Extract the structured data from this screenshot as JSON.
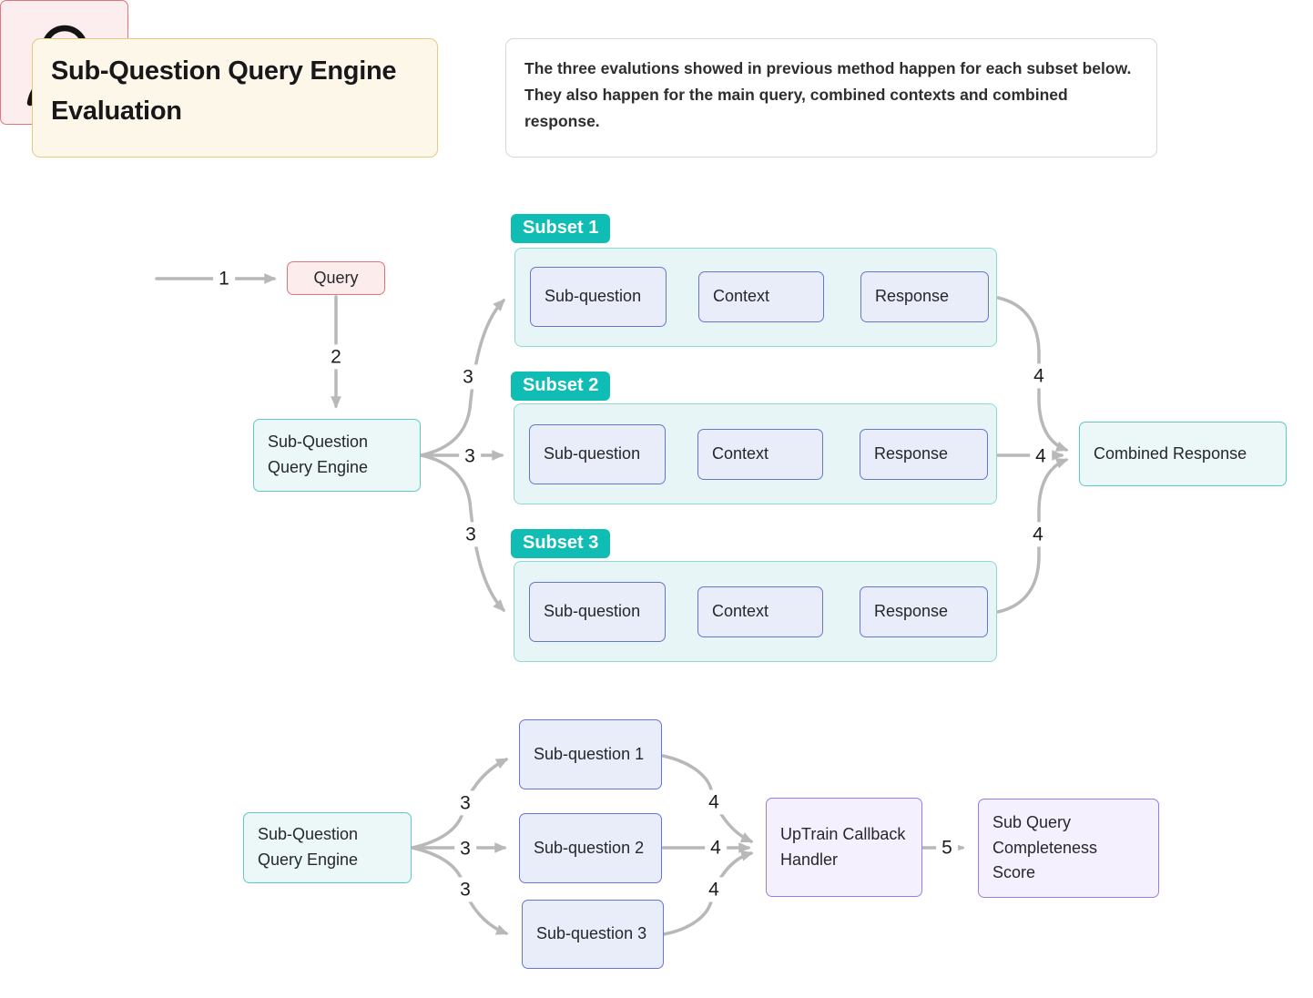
{
  "title": "Sub-Question Query Engine Evaluation",
  "note": "The three evalutions showed in previous method happen for each subset below. They also happen for the main query, combined contexts and combined response.",
  "colors": {
    "badge_teal": "#10bdb4",
    "teal_border": "#5fc9c4",
    "pink_border": "#e5737a",
    "lavender_border": "#6577cf",
    "purple_border": "#9b7bea",
    "title_gold_border": "#e7c97f",
    "arrow_gray": "#b8b8b8"
  },
  "top_flow": {
    "user_icon": "person",
    "query": "Query",
    "engine": "Sub-Question Query Engine",
    "combined": "Combined Response",
    "subsets": [
      {
        "label": "Subset 1",
        "steps": [
          "Sub-question",
          "Context",
          "Response"
        ]
      },
      {
        "label": "Subset 2",
        "steps": [
          "Sub-question",
          "Context",
          "Response"
        ]
      },
      {
        "label": "Subset 3",
        "steps": [
          "Sub-question",
          "Context",
          "Response"
        ]
      }
    ]
  },
  "bottom_flow": {
    "engine": "Sub-Question Query Engine",
    "subquestions": [
      "Sub-question 1",
      "Sub-question 2",
      "Sub-question 3"
    ],
    "handler": "UpTrain Callback Handler",
    "score": "Sub Query Completeness Score"
  },
  "edge_labels": {
    "top": [
      "1",
      "2",
      "3",
      "3",
      "3",
      "4",
      "4",
      "4"
    ],
    "bottom": [
      "3",
      "3",
      "3",
      "4",
      "4",
      "4",
      "5"
    ]
  }
}
